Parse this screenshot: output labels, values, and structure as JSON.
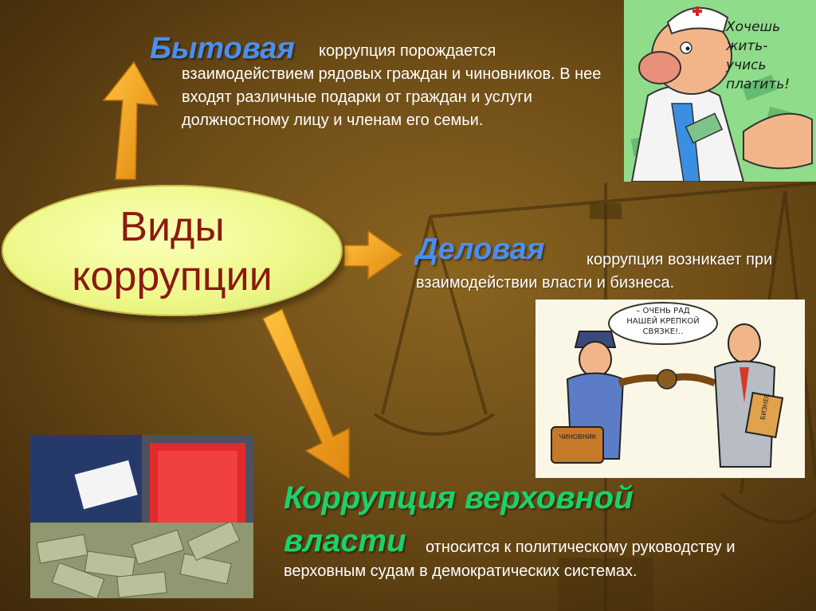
{
  "center": {
    "title": "Виды\nкоррупции"
  },
  "bytovaya": {
    "heading": "Бытовая",
    "text": "коррупция порождается взаимодействием рядовых граждан и чиновников. В нее входят различные подарки от граждан и услуги должностному лицу и членам его семьи."
  },
  "delovaya": {
    "heading": "Деловая",
    "text": "коррупция возникает при взаимодействии власти и бизнеса."
  },
  "verhovnaya": {
    "heading": "Коррупция верховной власти",
    "text": "относится к политическому руководству и верховным судам в демократических системах."
  },
  "images": {
    "doctor_bubble": "Хочешь жить-\nучись платить!",
    "handshake_bubble": "– ОЧЕНЬ РАД НАШЕЙ КРЕПКОЙ СВЯЗКЕ!..",
    "bag_label": "ЧИНОВНИК",
    "folder_label": "БИЗНЕС"
  },
  "colors": {
    "accent_blue": "#4a8ff0",
    "accent_green": "#19d36a",
    "arrow_orange": "#f2a11e",
    "ellipse_text": "#8b1a10"
  }
}
